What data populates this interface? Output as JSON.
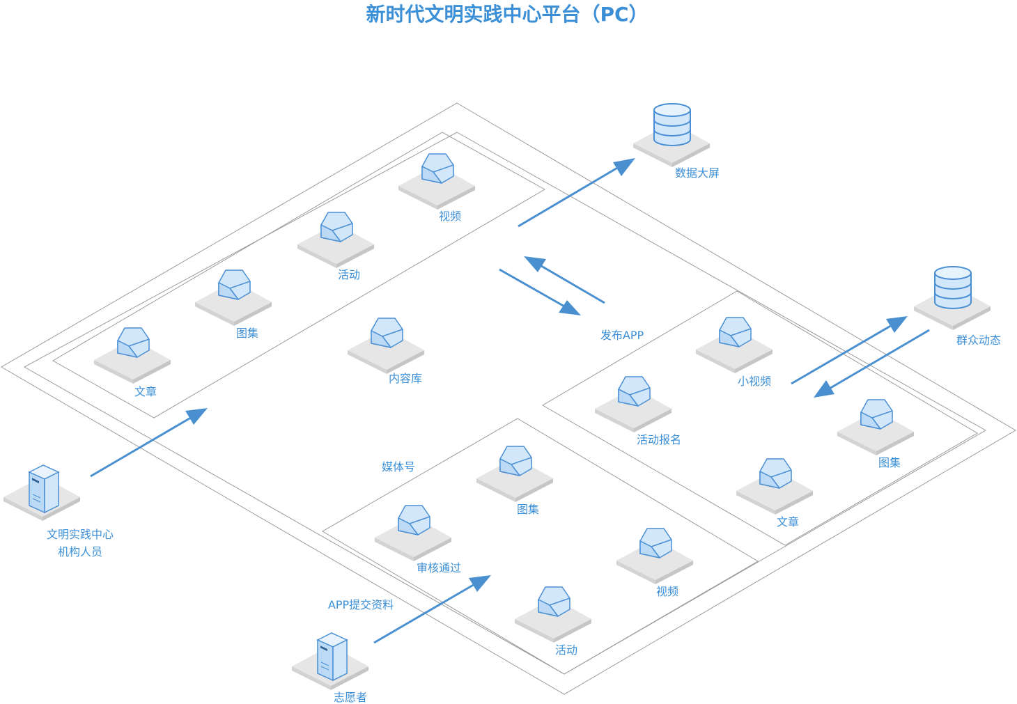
{
  "title": "新时代文明实践中心平台（PC）",
  "colors": {
    "accent": "#3b8fd6",
    "outline": "#9a9a9a",
    "hex_fill": "#d3e7fa",
    "hex_stroke": "#4a8fd4"
  },
  "content_library": {
    "label": "内容库",
    "items": [
      "视频",
      "活动",
      "图集",
      "文章"
    ]
  },
  "media_account": {
    "label": "媒体号",
    "items": [
      "图集",
      "审核通过",
      "视频",
      "活动"
    ]
  },
  "app_section": {
    "items": [
      "小视频",
      "活动报名",
      "图集",
      "文章"
    ]
  },
  "databases": [
    "数据大屏",
    "群众动态"
  ],
  "actors": {
    "center_staff": [
      "文明实践中心",
      "机构人员"
    ],
    "volunteer": "志愿者"
  },
  "flows": {
    "publish_app": "发布APP",
    "app_submit": "APP提交资料"
  },
  "icons": [
    "hexagon-icon",
    "database-icon",
    "server-icon"
  ]
}
